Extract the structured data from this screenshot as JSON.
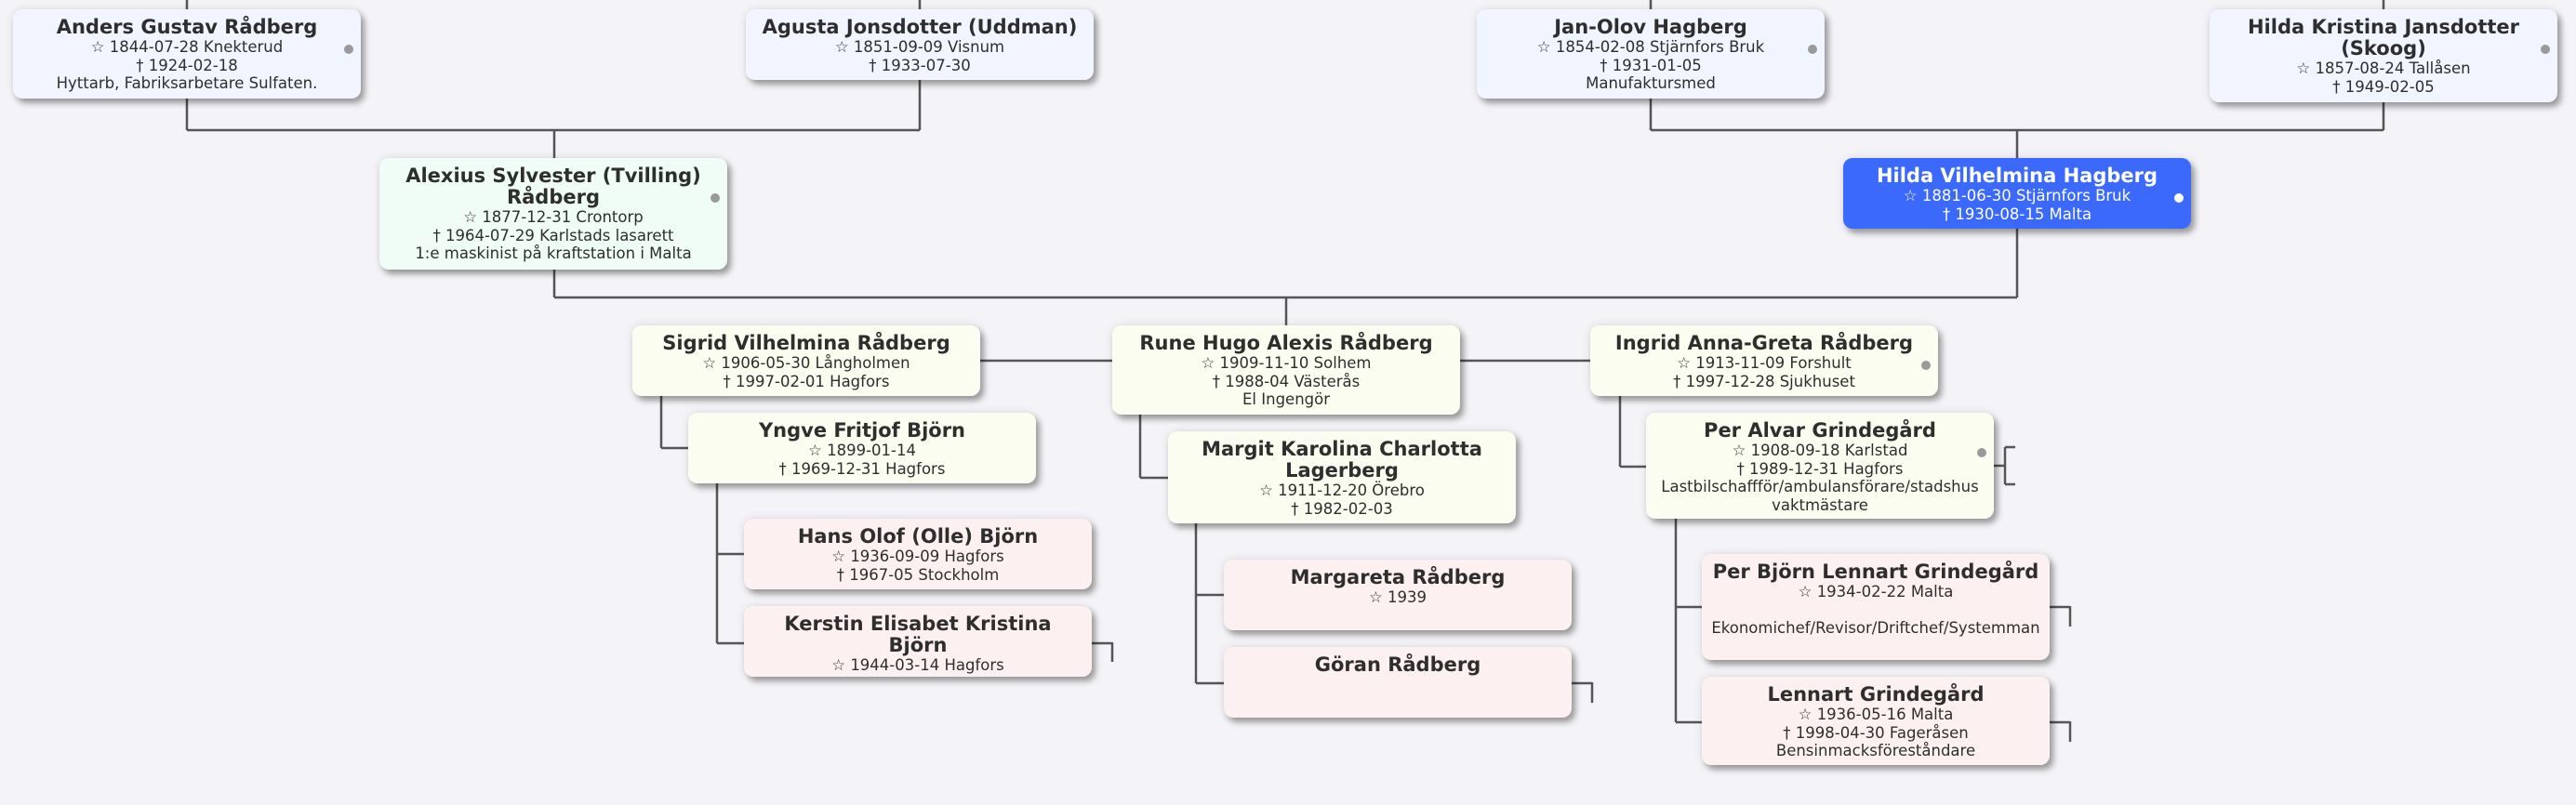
{
  "app": {
    "view": "family-tree"
  },
  "colors": {
    "background": "#f4f4f8",
    "connector": "#555555",
    "selected": "#3a69fb",
    "generation_0": "#f0f5ff",
    "generation_1": "#effdf6",
    "generation_2": "#fcfdf1",
    "generation_3": "#fdf0f1"
  },
  "symbols": {
    "born_icon": "☆",
    "died_icon": "†"
  },
  "persons": [
    {
      "id": "anders",
      "name": "Anders Gustav Rådberg",
      "born": "1844-07-28 Knekterud",
      "died": "1924-02-18",
      "note": "Hyttarb, Fabriksarbetare Sulfaten.",
      "generation": 0,
      "has_more": true,
      "selected": false
    },
    {
      "id": "agusta",
      "name": "Agusta Jonsdotter (Uddman)",
      "born": "1851-09-09 Visnum",
      "died": "1933-07-30",
      "note": "",
      "generation": 0,
      "has_more": false,
      "selected": false
    },
    {
      "id": "janolov",
      "name": "Jan-Olov Hagberg",
      "born": "1854-02-08 Stjärnfors Bruk",
      "died": "1931-01-05",
      "note": "Manufaktursmed",
      "generation": 0,
      "has_more": true,
      "selected": false
    },
    {
      "id": "hildak",
      "name": "Hilda Kristina Jansdotter (Skoog)",
      "born": "1857-08-24 Tallåsen",
      "died": "1949-02-05",
      "note": "",
      "generation": 0,
      "has_more": true,
      "selected": false
    },
    {
      "id": "alexius",
      "name": "Alexius Sylvester (Tvilling) Rådberg",
      "born": "1877-12-31 Crontorp",
      "died": "1964-07-29 Karlstads lasarett",
      "note": "1:e maskinist på kraftstation i Malta",
      "generation": 1,
      "has_more": true,
      "selected": false
    },
    {
      "id": "hildav",
      "name": "Hilda Vilhelmina Hagberg",
      "born": "1881-06-30 Stjärnfors Bruk",
      "died": "1930-08-15 Malta",
      "note": "",
      "generation": 1,
      "has_more": true,
      "selected": true
    },
    {
      "id": "sigrid",
      "name": "Sigrid Vilhelmina Rådberg",
      "born": "1906-05-30 Långholmen",
      "died": "1997-02-01 Hagfors",
      "note": "",
      "generation": 2,
      "has_more": false,
      "selected": false
    },
    {
      "id": "rune",
      "name": "Rune Hugo Alexis Rådberg",
      "born": "1909-11-10 Solhem",
      "died": "1988-04 Västerås",
      "note": "El Ingengör",
      "generation": 2,
      "has_more": false,
      "selected": false
    },
    {
      "id": "ingrid",
      "name": "Ingrid Anna-Greta Rådberg",
      "born": "1913-11-09 Forshult",
      "died": "1997-12-28 Sjukhuset",
      "note": "",
      "generation": 2,
      "has_more": true,
      "selected": false
    },
    {
      "id": "yngve",
      "name": "Yngve Fritjof Björn",
      "born": "1899-01-14",
      "died": "1969-12-31 Hagfors",
      "note": "",
      "generation": 2,
      "has_more": false,
      "selected": false
    },
    {
      "id": "margit",
      "name": "Margit Karolina Charlotta Lagerberg",
      "born": "1911-12-20 Örebro",
      "died": "1982-02-03",
      "note": "",
      "generation": 2,
      "has_more": false,
      "selected": false
    },
    {
      "id": "peralvar",
      "name": "Per Alvar Grindegård",
      "born": "1908-09-18 Karlstad",
      "died": "1989-12-31 Hagfors",
      "note": "Lastbilschaffför/ambulansförare/stadshus vaktmästare",
      "generation": 2,
      "has_more": true,
      "selected": false
    },
    {
      "id": "hans",
      "name": "Hans Olof (Olle) Björn",
      "born": "1936-09-09 Hagfors",
      "died": "1967-05 Stockholm",
      "note": "",
      "generation": 3,
      "has_more": false,
      "selected": false
    },
    {
      "id": "kerstin",
      "name": "Kerstin Elisabet Kristina Björn",
      "born": "1944-03-14 Hagfors",
      "died": "",
      "note": "",
      "generation": 3,
      "has_more": false,
      "selected": false
    },
    {
      "id": "margareta",
      "name": "Margareta Rådberg",
      "born": "1939",
      "died": "",
      "note": "",
      "generation": 3,
      "has_more": false,
      "selected": false
    },
    {
      "id": "goran",
      "name": "Göran Rådberg",
      "born": "",
      "died": "",
      "note": "",
      "generation": 3,
      "has_more": false,
      "selected": false
    },
    {
      "id": "perbjorn",
      "name": "Per Björn Lennart Grindegård",
      "born": "1934-02-22 Malta",
      "died": "",
      "note": "Ekonomichef/Revisor/Driftchef/Systemman",
      "generation": 3,
      "has_more": false,
      "selected": false
    },
    {
      "id": "lennart",
      "name": "Lennart Grindegård",
      "born": "1936-05-16 Malta",
      "died": "1998-04-30 Fageråsen",
      "note": "Bensinmacksföreståndare",
      "generation": 3,
      "has_more": false,
      "selected": false
    }
  ]
}
